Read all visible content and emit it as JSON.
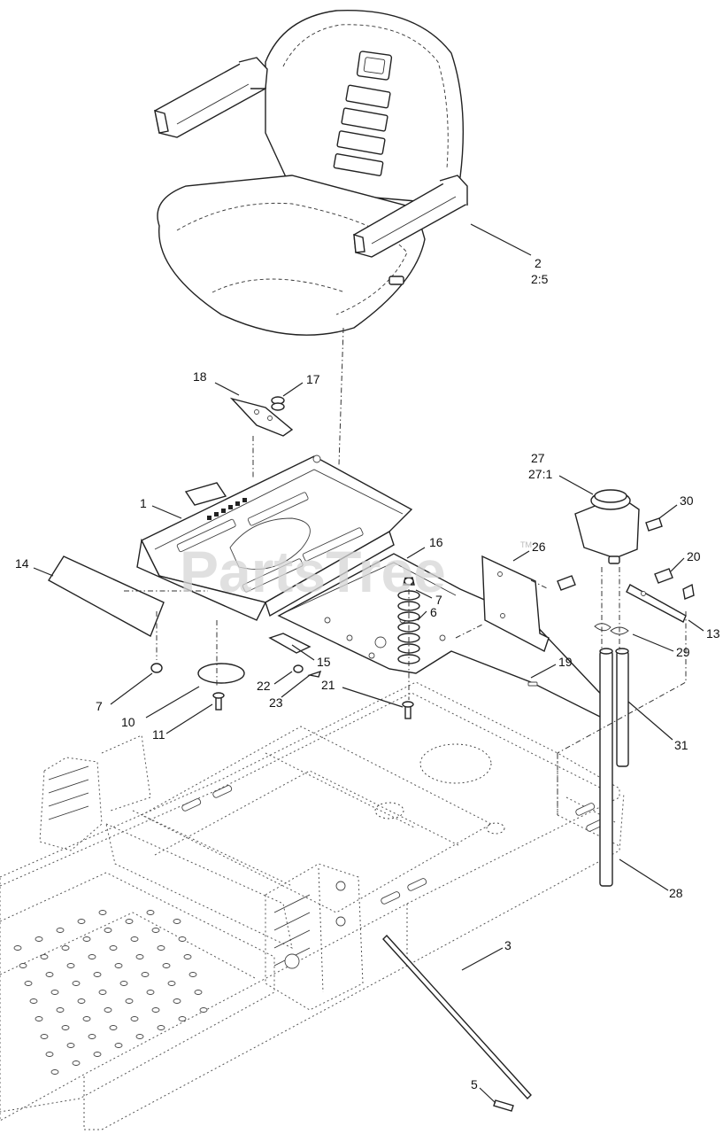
{
  "watermark": {
    "text": "PartsTree",
    "trademark": "TM"
  },
  "callouts": [
    {
      "id": "c2",
      "text": "2"
    },
    {
      "id": "c2b",
      "text": "2:5"
    },
    {
      "id": "c18",
      "text": "18"
    },
    {
      "id": "c17",
      "text": "17"
    },
    {
      "id": "c1",
      "text": "1"
    },
    {
      "id": "c27",
      "text": "27"
    },
    {
      "id": "c27b",
      "text": "27:1"
    },
    {
      "id": "c30",
      "text": "30"
    },
    {
      "id": "c14",
      "text": "14"
    },
    {
      "id": "c16",
      "text": "16"
    },
    {
      "id": "c26",
      "text": "26"
    },
    {
      "id": "c20",
      "text": "20"
    },
    {
      "id": "c7a",
      "text": "7"
    },
    {
      "id": "c6",
      "text": "6"
    },
    {
      "id": "c13",
      "text": "13"
    },
    {
      "id": "c15",
      "text": "15"
    },
    {
      "id": "c29",
      "text": "29"
    },
    {
      "id": "c22",
      "text": "22"
    },
    {
      "id": "c23",
      "text": "23"
    },
    {
      "id": "c19",
      "text": "19"
    },
    {
      "id": "c7b",
      "text": "7"
    },
    {
      "id": "c21",
      "text": "21"
    },
    {
      "id": "c10",
      "text": "10"
    },
    {
      "id": "c11",
      "text": "11"
    },
    {
      "id": "c31",
      "text": "31"
    },
    {
      "id": "c28",
      "text": "28"
    },
    {
      "id": "c3",
      "text": "3"
    },
    {
      "id": "c5",
      "text": "5"
    }
  ]
}
